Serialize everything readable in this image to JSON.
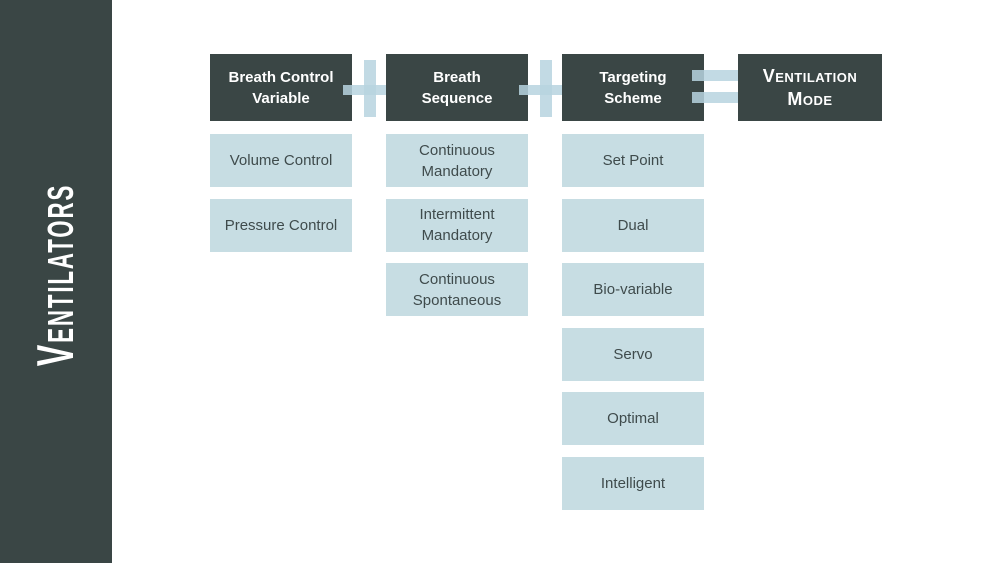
{
  "sidebar": {
    "label": "Ventilators"
  },
  "equation": {
    "columns": [
      {
        "header": "Breath Control\nVariable",
        "cells": [
          "Volume Control",
          "Pressure Control"
        ]
      },
      {
        "header": "Breath\nSequence",
        "cells": [
          "Continuous\nMandatory",
          "Intermittent\nMandatory",
          "Continuous\nSpontaneous"
        ]
      },
      {
        "header": "Targeting\nScheme",
        "cells": [
          "Set Point",
          "Dual",
          "Bio-variable",
          "Servo",
          "Optimal",
          "Intelligent"
        ]
      }
    ],
    "operators": [
      "+",
      "+",
      "="
    ],
    "result": {
      "header": "Ventilation\nMode"
    }
  },
  "colors": {
    "sidebar_bg": "#3A4645",
    "header_bg": "#3A4645",
    "header_text": "#FFFFFF",
    "cell_bg": "#C7DDE3",
    "cell_text": "#3F4B4C",
    "operator": "#B7D4DF"
  }
}
